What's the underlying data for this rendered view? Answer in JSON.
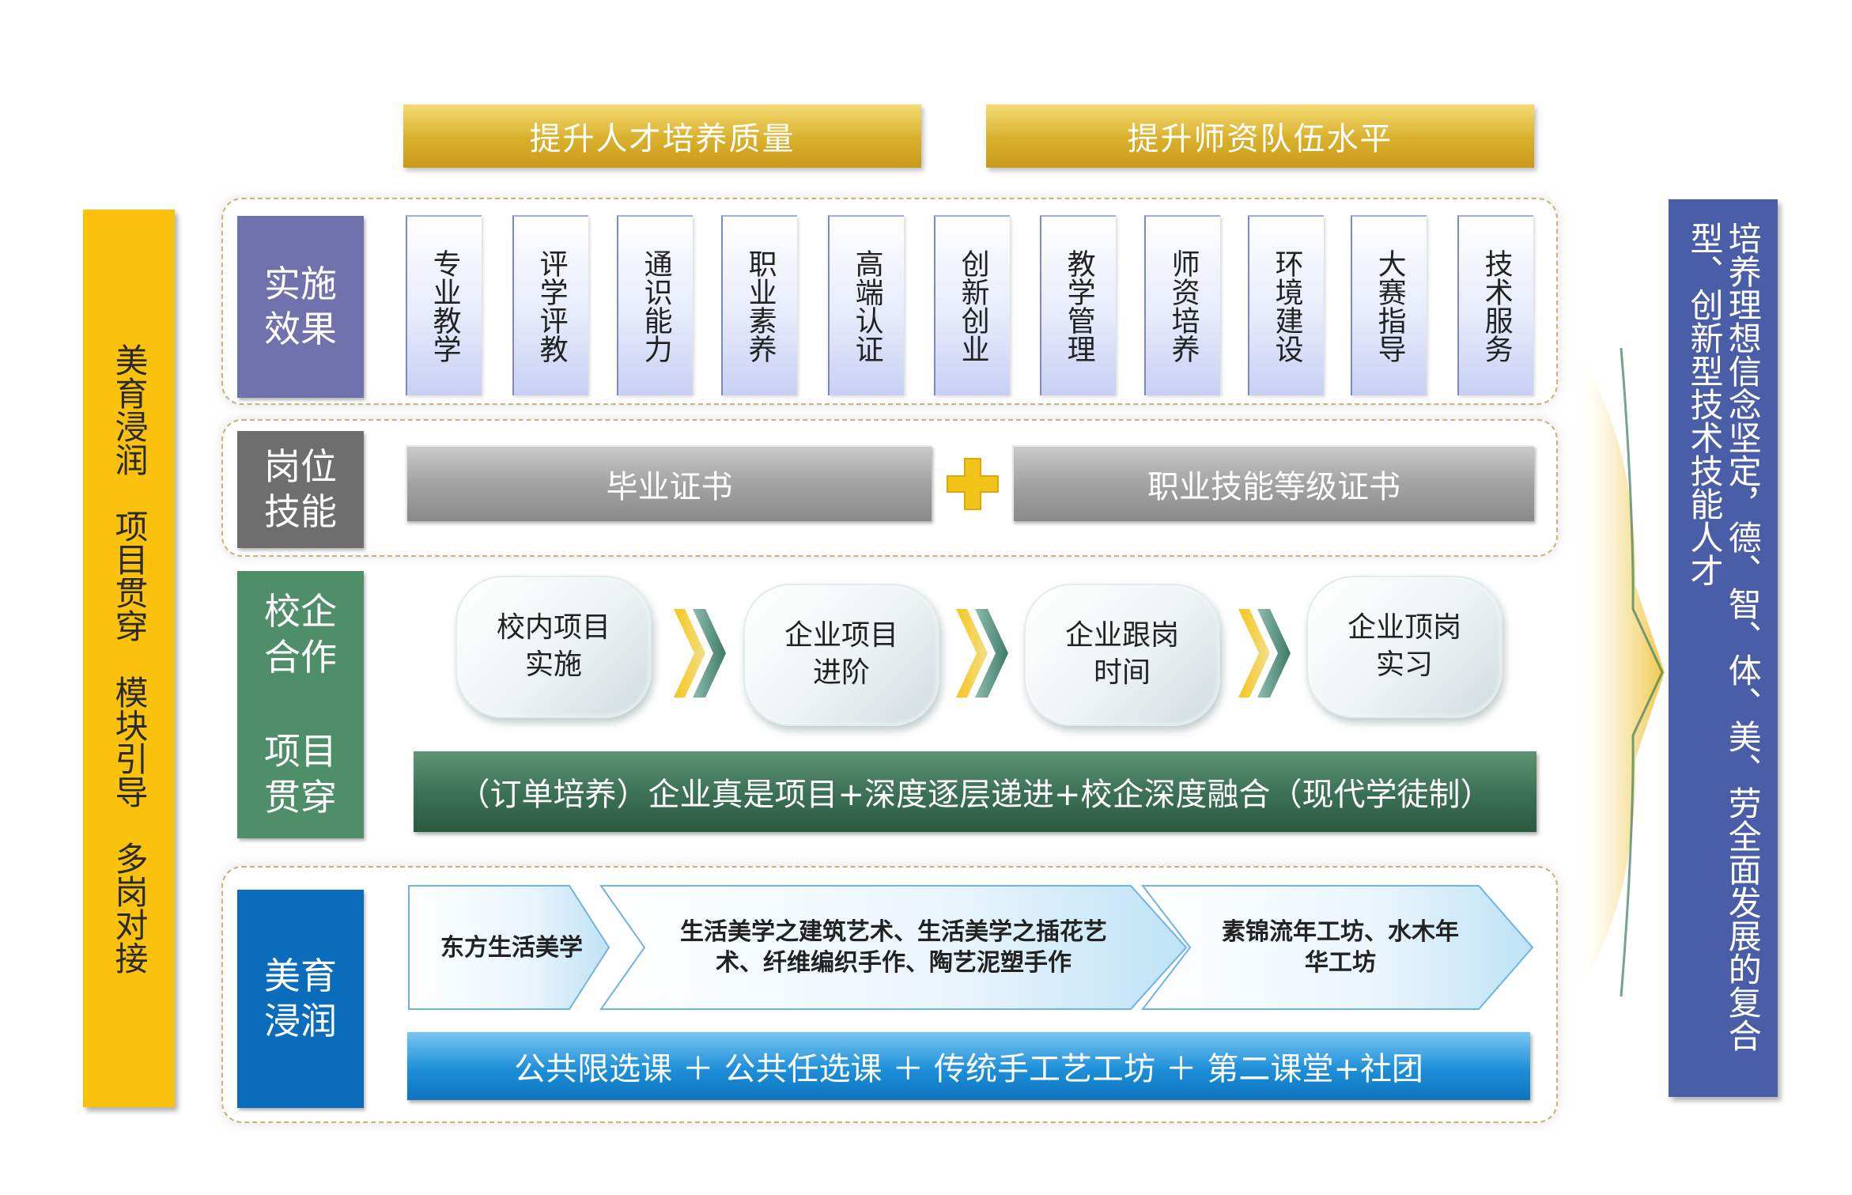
{
  "top_banners": {
    "left": "提升人才培养质量",
    "right": "提升师资队伍水平"
  },
  "left_column": {
    "phrases": [
      "美育浸润",
      "项目贯穿",
      "模块引导",
      "多岗对接"
    ]
  },
  "right_column": {
    "text": "培养理想信念坚定，德、智、体、美、劳全面发展的复合型、创新型技术技能人才"
  },
  "sections": {
    "effects": {
      "label": "实施效果",
      "items": [
        "专业教学",
        "评学评教",
        "通识能力",
        "职业素养",
        "高端认证",
        "创新创业",
        "教学管理",
        "师资培养",
        "环境建设",
        "大赛指导",
        "技术服务"
      ]
    },
    "skills": {
      "label": "岗位技能",
      "cert_left": "毕业证书",
      "cert_right": "职业技能等级证书"
    },
    "cooperation": {
      "label_top": "校企合作",
      "label_bottom": "项目贯穿",
      "stages": [
        "校内项目实施",
        "企业项目进阶",
        "企业跟岗时间",
        "企业顶岗实习"
      ],
      "bar": "（订单培养）企业真是项目+深度逐层递进+校企深度融合（现代学徒制）"
    },
    "aesthetic": {
      "label": "美育浸润",
      "steps": [
        "东方生活美学",
        "生活美学之建筑艺术、生活美学之插花艺术、纤维编织手作、陶艺泥塑手作",
        "素锦流年工坊、水木年华工坊"
      ],
      "course_bar": "公共限选课 ＋ 公共任选课 ＋ 传统手工艺工坊 ＋ 第二课堂+社团"
    }
  },
  "colors": {
    "gold": "#d9b02c",
    "yellow": "#fac20c",
    "navy": "#4a5ea8",
    "purple_label": "#6f72ad",
    "gray_label": "#6e6e6e",
    "green_label": "#4e8f6a",
    "blue_label": "#0a6cba",
    "plus": "#f2c318"
  }
}
